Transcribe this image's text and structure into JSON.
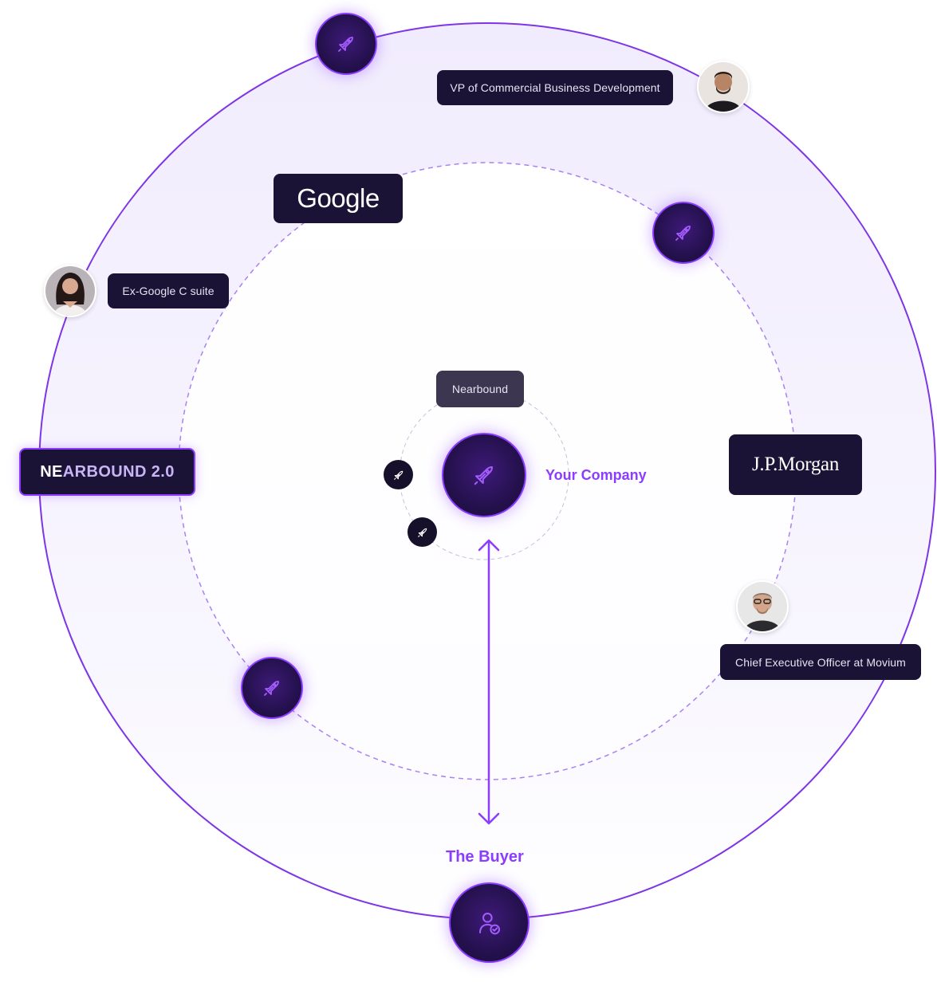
{
  "center": {
    "label": "Your Company",
    "tag": "Nearbound"
  },
  "buyer": {
    "label": "The Buyer"
  },
  "people": [
    {
      "title": "VP of Commercial Business Development"
    },
    {
      "title": "Ex-Google C suite"
    },
    {
      "title": "Chief Executive Officer at Movium"
    }
  ],
  "logos": {
    "google": "Google",
    "jpmorgan": "J.P.Morgan",
    "nearbound_prefix": "NE",
    "nearbound_suffix": "ARBOUND 2.0"
  },
  "icons": {
    "node": "rocket-icon",
    "buyer": "user-check-icon"
  },
  "colors": {
    "accent": "#8b3dff",
    "node_fill": "#23104a",
    "label_bg": "#1b1335",
    "ring_fill": "#f5f1fe"
  }
}
